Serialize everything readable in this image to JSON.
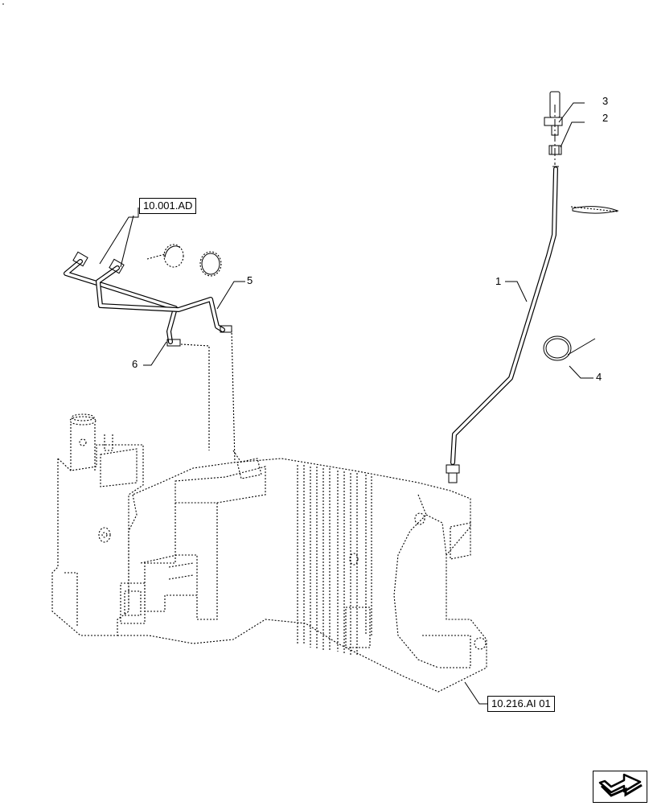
{
  "callouts": {
    "c1": "1",
    "c2": "2",
    "c3": "3",
    "c4": "4",
    "c5": "5",
    "c6": "6"
  },
  "references": {
    "engine_ref": "10.001.AD",
    "tank_ref": "10.216.AI 01"
  },
  "icons": {
    "nav": "next-page-arrow-icon"
  }
}
